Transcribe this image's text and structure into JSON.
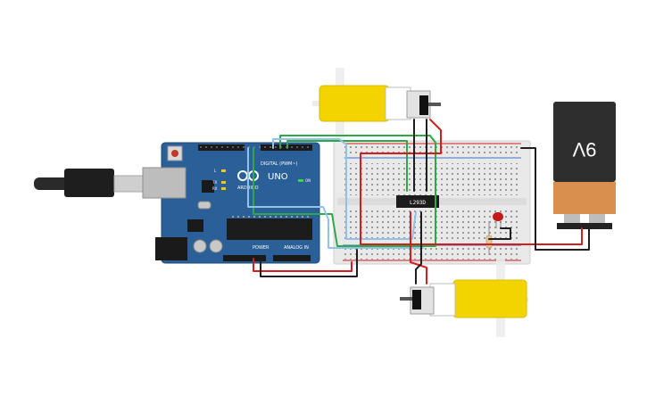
{
  "arduino": {
    "model": "UNO",
    "brand": "ARDUINO",
    "digital_label": "DIGITAL (PWM~)",
    "power_label": "POWER",
    "analog_label": "ANALOG IN",
    "tx_label": "TX",
    "rx_label": "RX",
    "l_label": "L",
    "on_label": "ON"
  },
  "chip": {
    "label": "L293D"
  },
  "battery": {
    "label": "9V"
  },
  "colors": {
    "board": "#2b5f97",
    "breadboard": "#e8e8e8",
    "motor_body": "#f3d400",
    "battery_top": "#2e2e2e",
    "battery_bottom": "#d9904e",
    "wire_red": "#d21e1e",
    "wire_black": "#1f1f1f",
    "wire_green": "#2fa84a",
    "wire_blue": "#8fc3e8",
    "led": "#c21a1a"
  }
}
